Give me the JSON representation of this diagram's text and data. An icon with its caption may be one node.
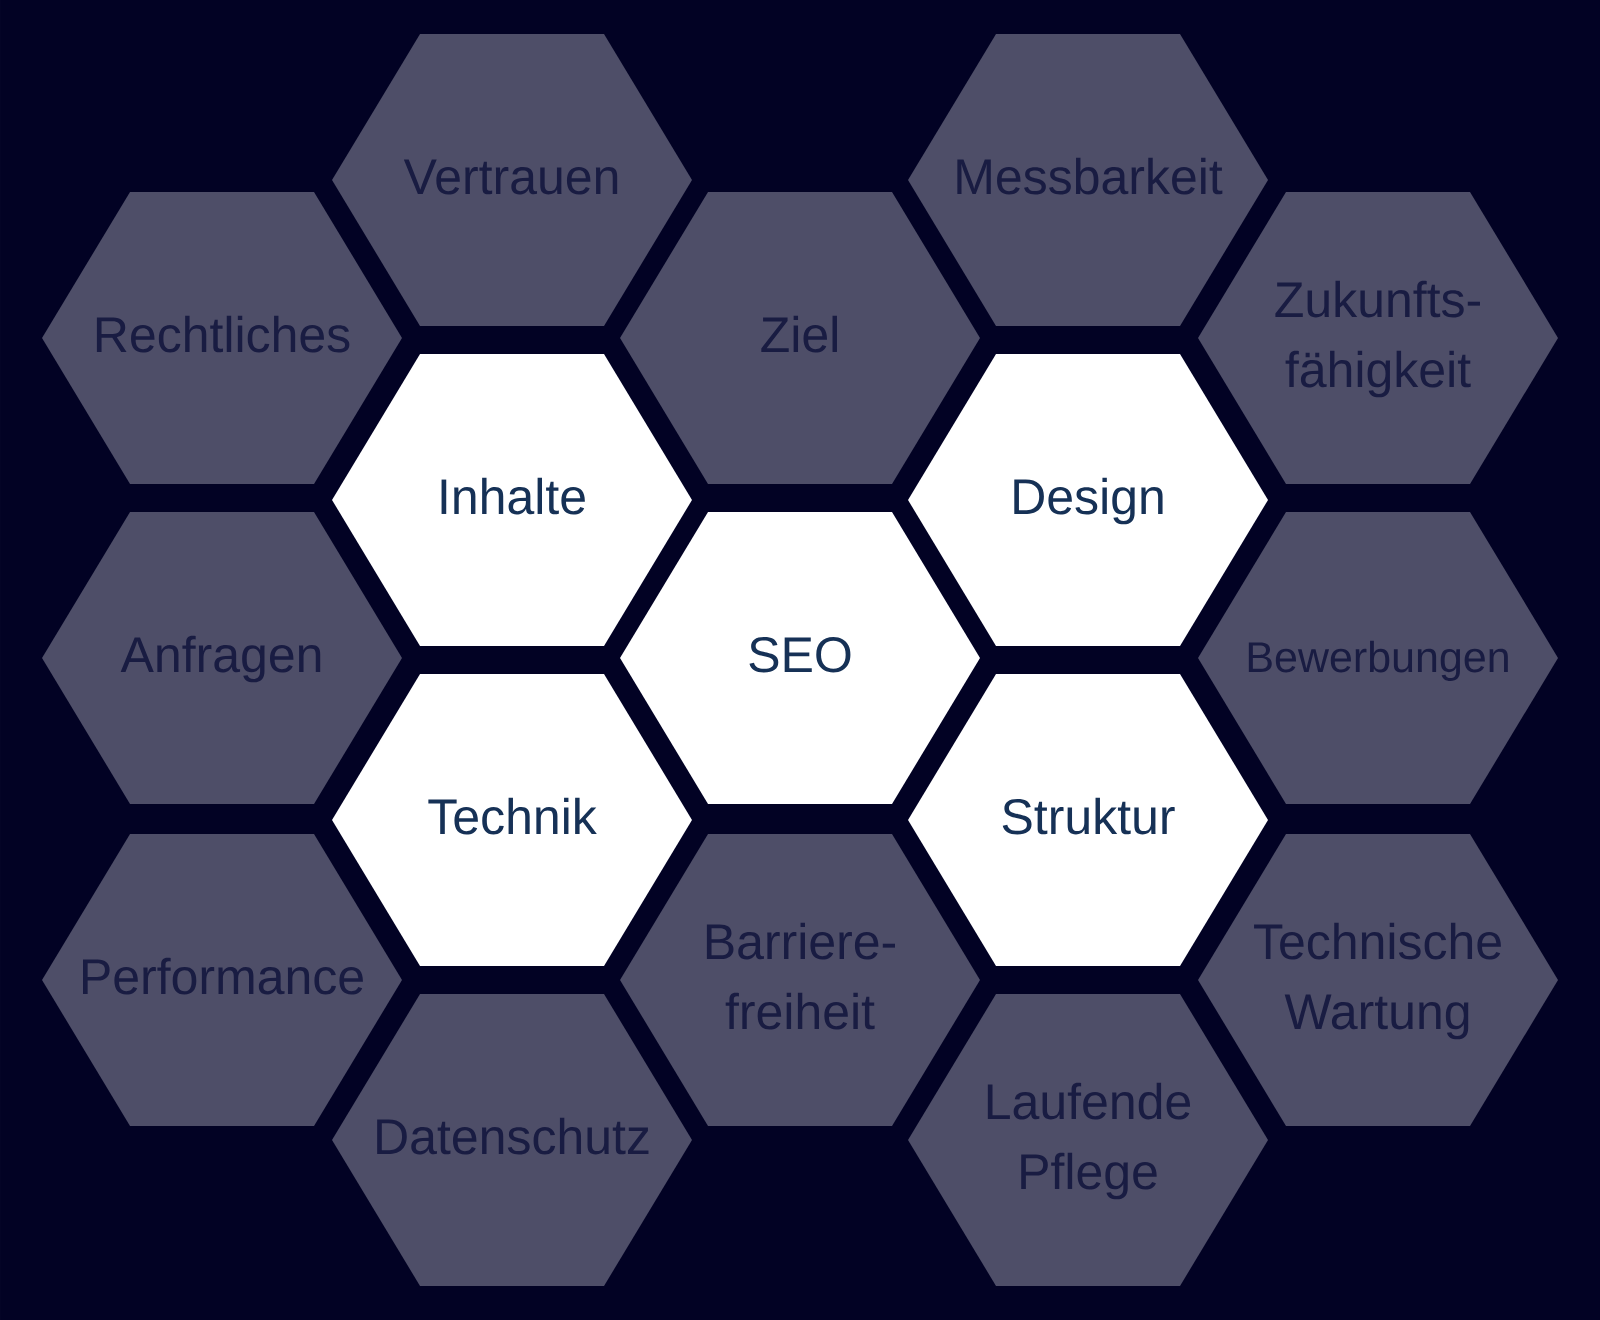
{
  "diagram": {
    "nodes": [
      {
        "text": [
          "Vertrauen"
        ]
      },
      {
        "text": [
          "Messbarkeit"
        ]
      },
      {
        "text": [
          "Rechtliches"
        ]
      },
      {
        "text": [
          "Ziel"
        ]
      },
      {
        "text": [
          "Zukunfts- fähigkeit"
        ]
      },
      {
        "text": [
          "Inhalte"
        ]
      },
      {
        "text": [
          "Design"
        ]
      },
      {
        "text": [
          "Anfragen"
        ]
      },
      {
        "text": [
          "SEO"
        ]
      },
      {
        "text": [
          "Bewerbungen"
        ]
      },
      {
        "text": [
          "Technik"
        ]
      },
      {
        "text": [
          "Struktur"
        ]
      },
      {
        "text": [
          "Performance"
        ]
      },
      {
        "text": [
          "Barriere- freiheit"
        ]
      },
      {
        "text": [
          "Technische Wartung"
        ]
      },
      {
        "text": [
          "Datenschutz"
        ]
      },
      {
        "text": [
          "Laufende Pflege"
        ]
      }
    ]
  }
}
